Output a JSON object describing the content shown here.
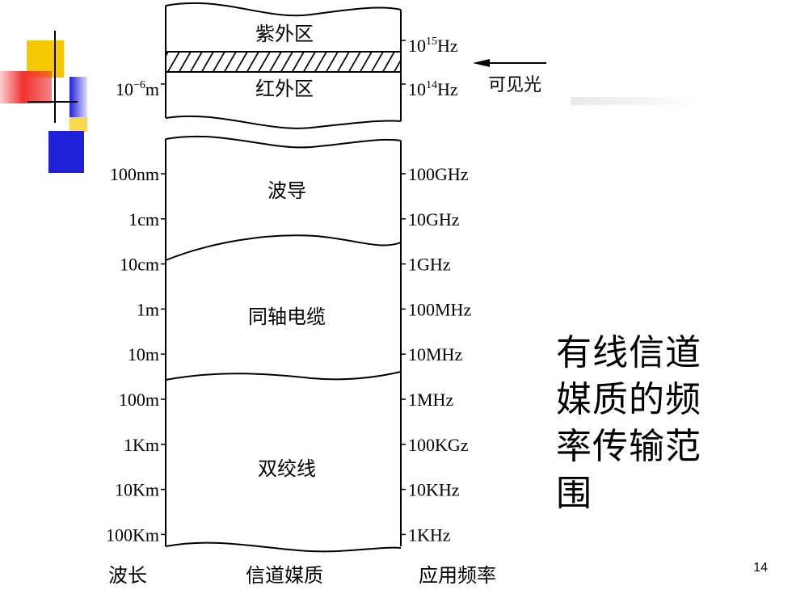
{
  "bands": {
    "ultraviolet": "紫外区",
    "infrared": "红外区",
    "waveguide": "波导",
    "coax": "同轴电缆",
    "twisted_pair": "双绞线"
  },
  "visible_light": "可见光",
  "top_ticks": {
    "wl_micro": "10",
    "wl_micro_exp": "−6",
    "wl_micro_unit": "m",
    "f15_base": "10",
    "f15_exp": "15",
    "f15_unit": "Hz",
    "f14_base": "10",
    "f14_exp": "14",
    "f14_unit": "Hz"
  },
  "wavelengths": [
    "100nm",
    "1cm",
    "10cm",
    "1m",
    "10m",
    "100m",
    "1Km",
    "10Km",
    "100Km"
  ],
  "frequencies": [
    "100GHz",
    "10GHz",
    "1GHz",
    "100MHz",
    "10MHz",
    "1MHz",
    "100KGz",
    "10KHz",
    "1KHz"
  ],
  "footer": {
    "wavelength": "波长",
    "medium": "信道媒质",
    "frequency": "应用频率"
  },
  "side_title": "有线信道媒质的频率传输范围",
  "page_number": "14",
  "colors": {
    "deco_yellow": "#f5c800",
    "deco_blue": "#2020d8",
    "deco_red": "#f03030",
    "ink": "#000000"
  }
}
